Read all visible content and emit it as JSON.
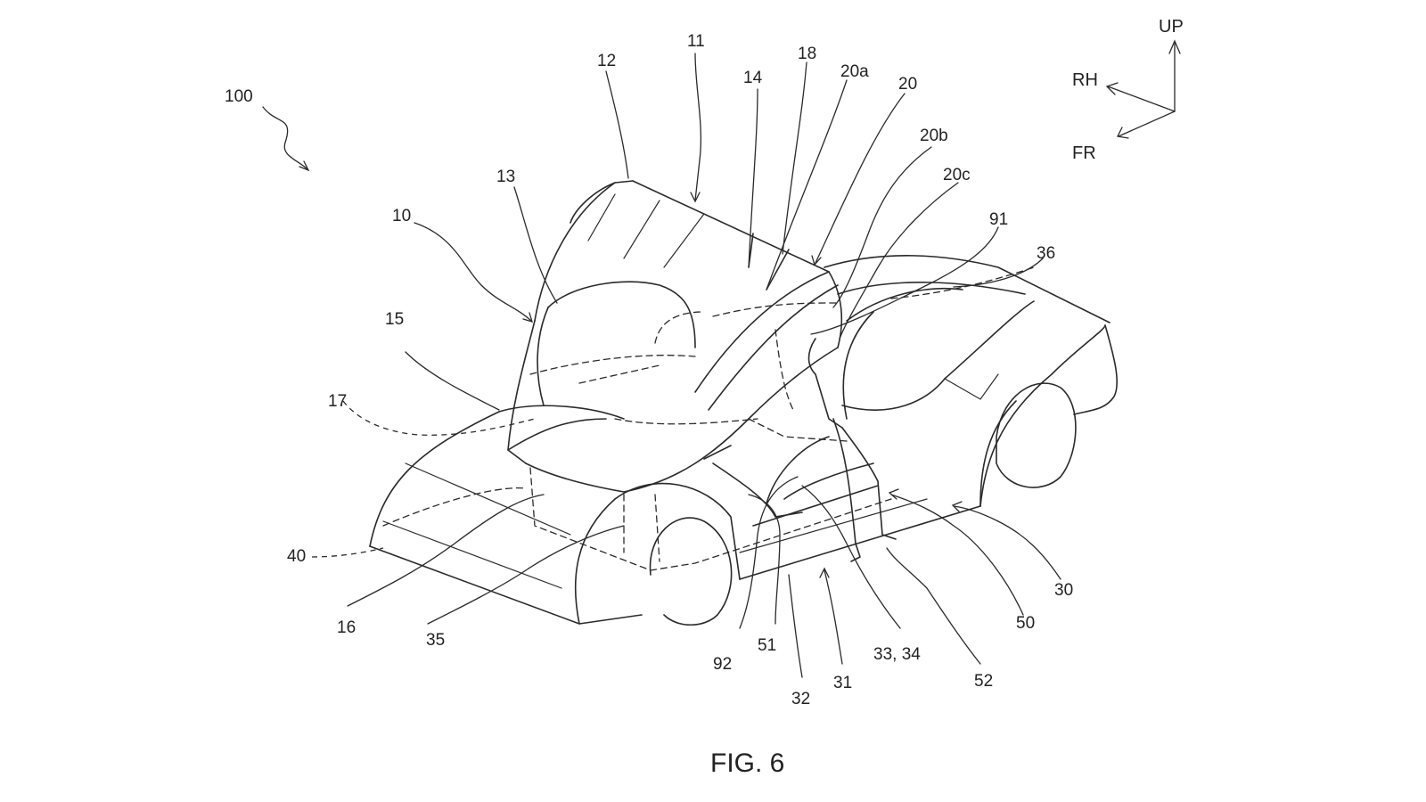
{
  "caption": "FIG. 6",
  "directions": {
    "up": "UP",
    "right_hand": "RH",
    "front": "FR"
  },
  "labels": {
    "l100": "100",
    "l10": "10",
    "l11": "11",
    "l12": "12",
    "l13": "13",
    "l14": "14",
    "l15": "15",
    "l16": "16",
    "l17": "17",
    "l18": "18",
    "l20": "20",
    "l20a": "20a",
    "l20b": "20b",
    "l20c": "20c",
    "l30": "30",
    "l31": "31",
    "l32": "32",
    "l3334": "33, 34",
    "l35": "35",
    "l36": "36",
    "l40": "40",
    "l50": "50",
    "l51": "51",
    "l52": "52",
    "l91": "91",
    "l92": "92"
  }
}
